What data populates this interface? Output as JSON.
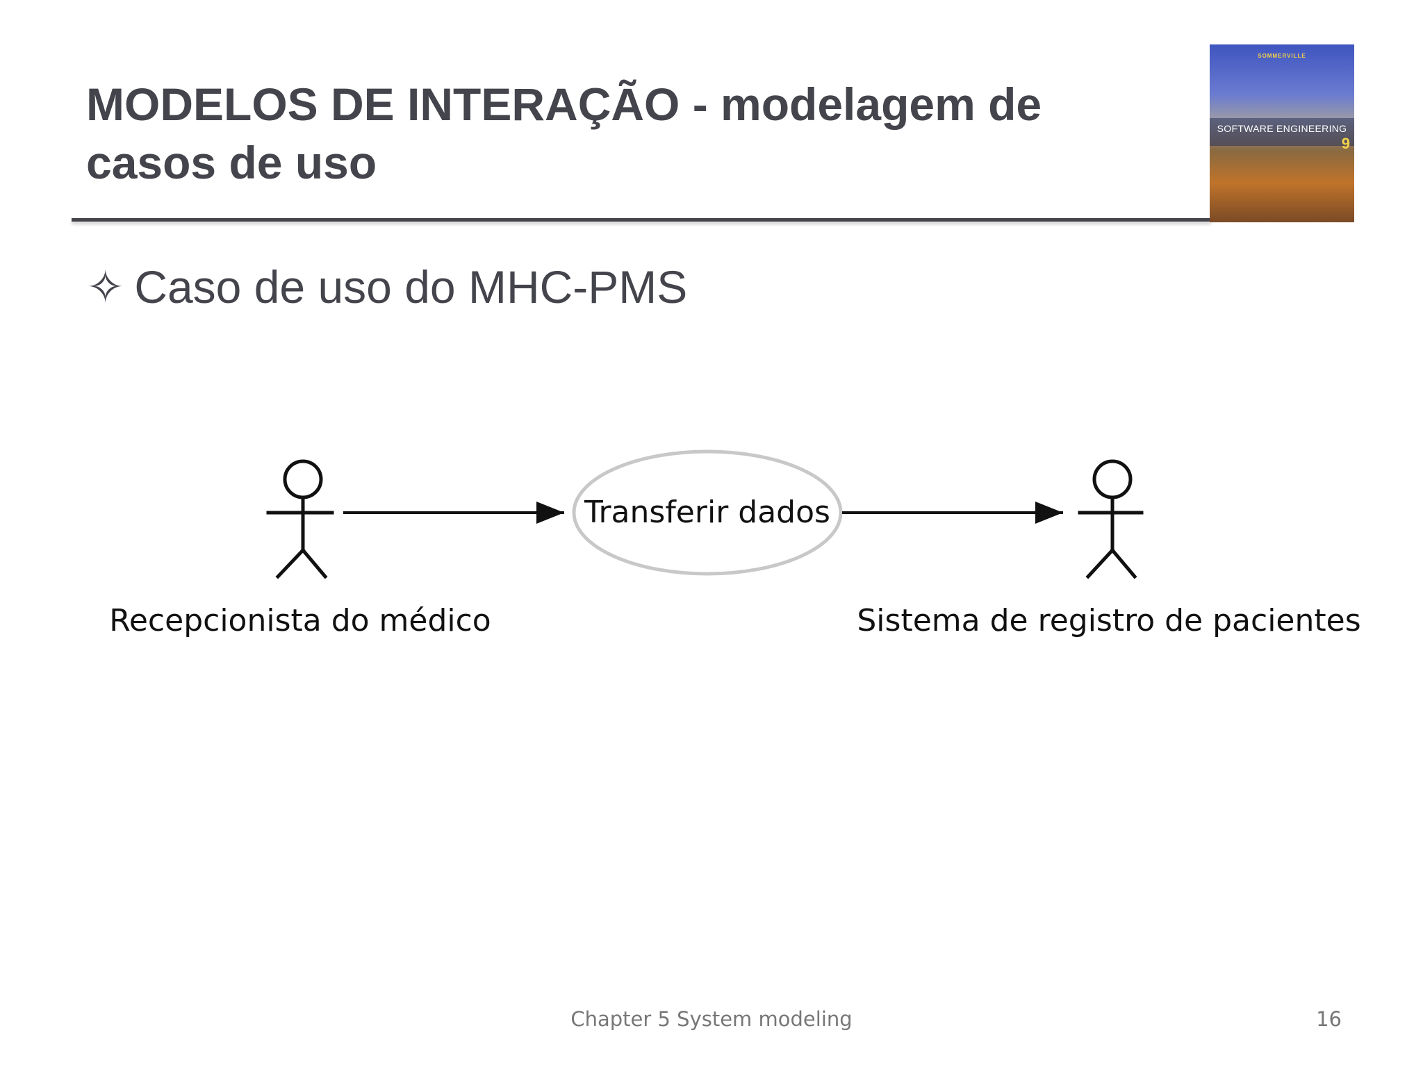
{
  "slide": {
    "title": "MODELOS DE INTERAÇÃO - modelagem de casos de uso",
    "bullet_mark": "✧",
    "bullet_text": "Caso de uso do MHC-PMS"
  },
  "book_cover": {
    "author": "SOMMERVILLE",
    "title": "SOFTWARE ENGINEERING",
    "edition": "9"
  },
  "diagram": {
    "actors": [
      {
        "label": "Recepcionista do médico"
      },
      {
        "label": "Sistema de registro de pacientes"
      }
    ],
    "use_case": {
      "label": "Transferir dados"
    }
  },
  "footer": {
    "chapter": "Chapter 5 System modeling",
    "page_number": "16"
  }
}
